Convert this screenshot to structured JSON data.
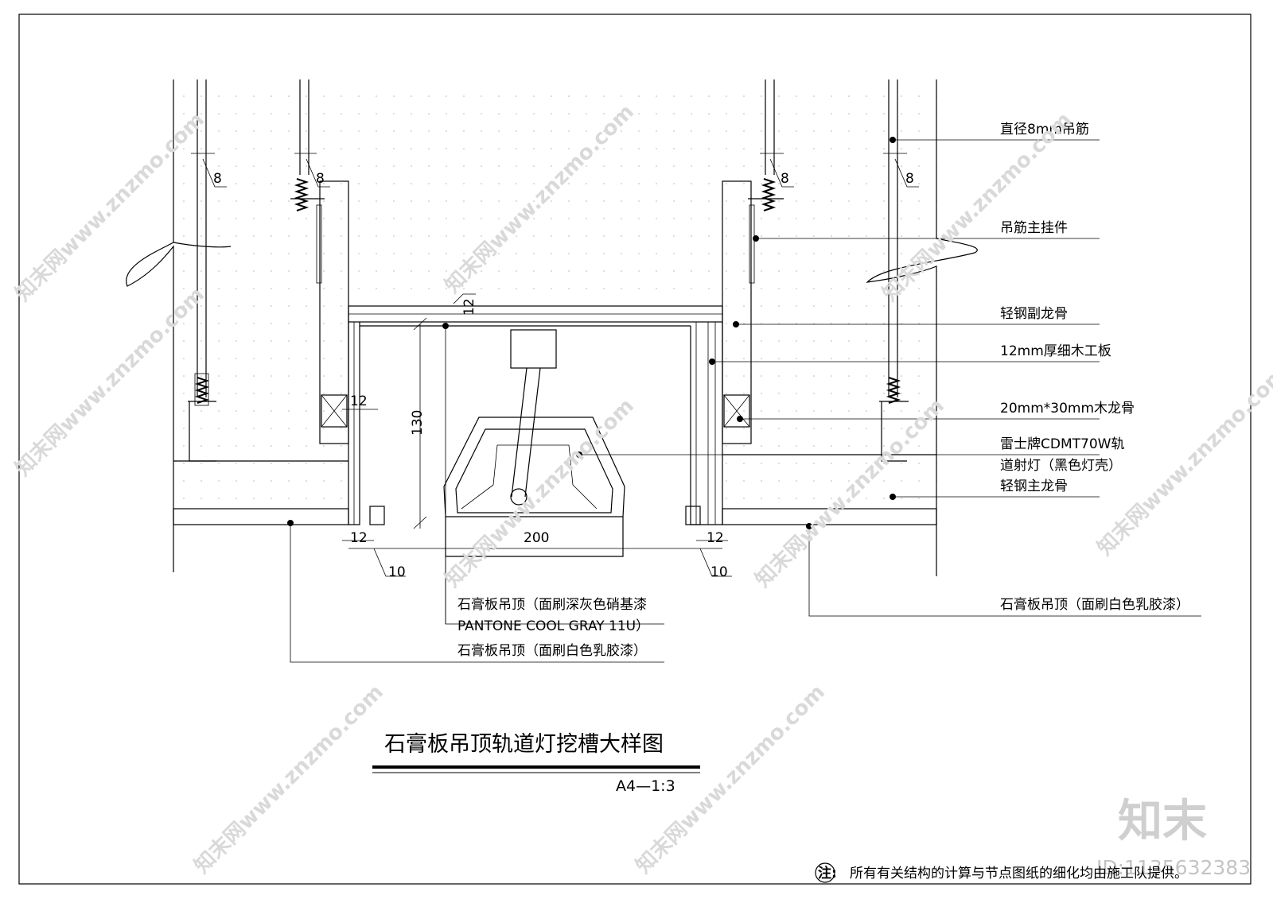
{
  "drawing": {
    "title": "石膏板吊顶轨道灯挖槽大样图",
    "scale": "A4—1:3",
    "note_prefix": "注:",
    "note": "所有有关结构的计算与节点图纸的细化均由施工队提供。",
    "logo": "知末",
    "id_text": "ID:1135632383",
    "watermark": "知末网www.znzmo.com"
  },
  "labels_right": [
    "直径8mm吊筋",
    "吊筋主挂件",
    "轻钢副龙骨",
    "12mm厚细木工板",
    "20mm*30mm木龙骨",
    "雷士牌CDMT70W轨",
    "道射灯（黑色灯壳）",
    "轻钢主龙骨",
    "石膏板吊顶（面刷白色乳胶漆）"
  ],
  "labels_bottom": [
    "石膏板吊顶（面刷深灰色硝基漆",
    "PANTONE COOL GRAY 11U）",
    "石膏板吊顶（面刷白色乳胶漆）"
  ],
  "dimensions": {
    "rod_spacing": "8",
    "board_thickness": "12",
    "depth": "130",
    "width": "200",
    "offset": "10"
  }
}
